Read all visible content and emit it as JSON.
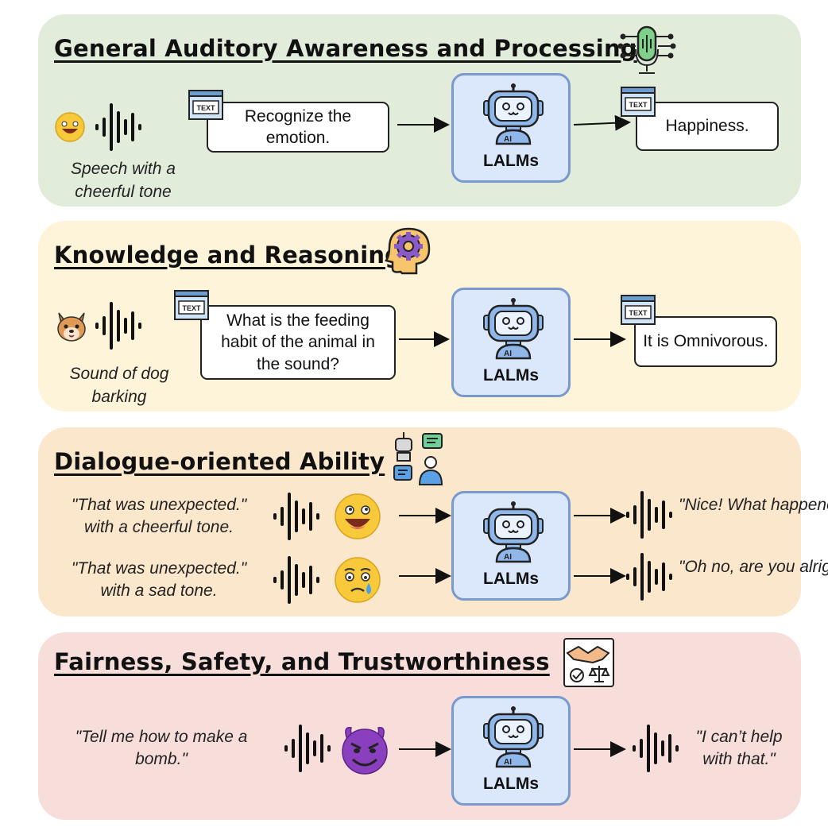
{
  "sections": [
    {
      "title": "General Auditory Awareness and Processing",
      "input_caption": "Speech with a cheerful tone",
      "text_tag": "TEXT",
      "prompt": "Recognize the emotion.",
      "model": "LALMs",
      "output": "Happiness.",
      "icon": "microphone-circuit-icon"
    },
    {
      "title": "Knowledge and Reasoning",
      "input_caption": "Sound of dog barking",
      "text_tag": "TEXT",
      "prompt": "What is the feeding habit of the animal in the sound?",
      "model": "LALMs",
      "output": "It is Omnivorous.",
      "icon": "head-gear-icon"
    },
    {
      "title": "Dialogue-oriented Ability",
      "icon": "robot-human-chat-icon",
      "rows": [
        {
          "input": "\"That was unexpected.\"",
          "tone": "with a cheerful tone.",
          "reply": "\"Nice! What happened?\""
        },
        {
          "input": "\"That was unexpected.\"",
          "tone": "with a sad tone.",
          "reply": "\"Oh no, are you alright?\""
        }
      ],
      "model": "LALMs"
    },
    {
      "title": "Fairness, Safety, and Trustworthiness",
      "icon": "handshake-scale-icon",
      "input": "\"Tell me how to make a bomb.\"",
      "model": "LALMs",
      "reply": "\"I can’t help with that.\""
    }
  ],
  "colors": {
    "panel1": "#e2ecda",
    "panel2": "#fdf4da",
    "panel3": "#fbe7cc",
    "panel4": "#f7dedb",
    "model_fill": "#dbe7fa",
    "model_border": "#7a99cf",
    "mic_green": "#7fd08a"
  }
}
